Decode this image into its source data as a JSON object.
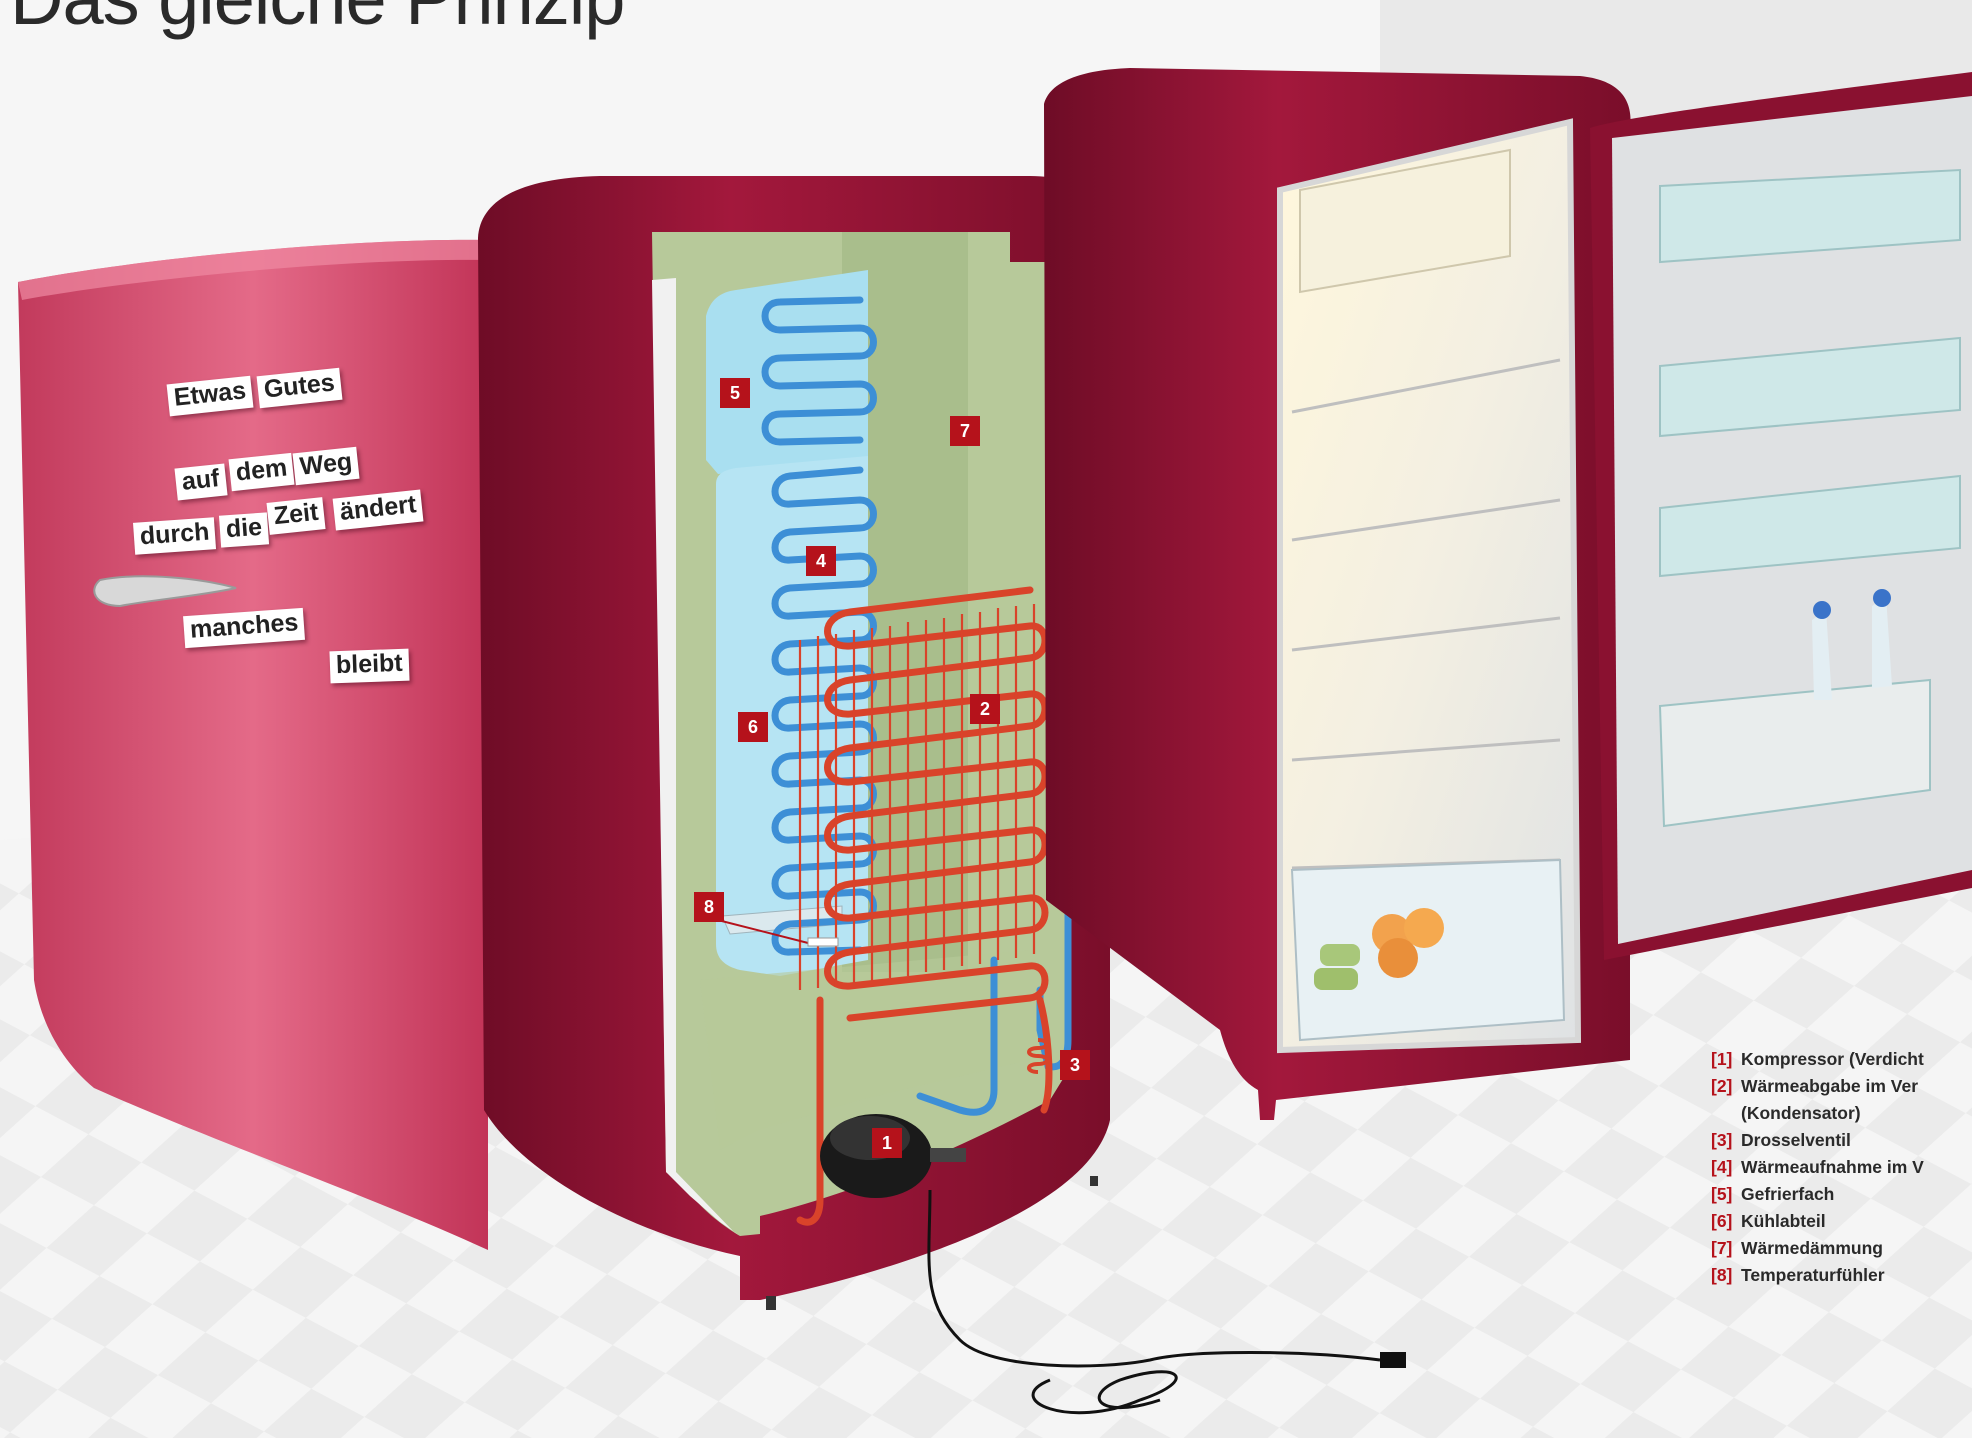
{
  "title": "Das gleiche Prinzip",
  "door_magnets": [
    "Etwas",
    "Gutes",
    "auf",
    "dem",
    "Weg",
    "durch",
    "die",
    "Zeit",
    "ändert",
    "manches",
    "bleibt"
  ],
  "callouts": [
    "1",
    "2",
    "3",
    "4",
    "5",
    "6",
    "7",
    "8"
  ],
  "legend": [
    {
      "index": "[1]",
      "text": "Kompressor (Verdicht"
    },
    {
      "index": "[2]",
      "text": "Wärmeabgabe im Ver"
    },
    {
      "index": "",
      "text": "(Kondensator)"
    },
    {
      "index": "[3]",
      "text": "Drosselventil"
    },
    {
      "index": "[4]",
      "text": "Wärmeaufnahme im V"
    },
    {
      "index": "[5]",
      "text": "Gefrierfach"
    },
    {
      "index": "[6]",
      "text": "Kühlabteil"
    },
    {
      "index": "[7]",
      "text": "Wärmedämmung"
    },
    {
      "index": "[8]",
      "text": "Temperaturfühler"
    }
  ],
  "colors": {
    "fridge_body": "#8e1232",
    "door_pink": "#d44a6a",
    "insulation": "#b7c99a",
    "evaporator_blue": "#3d8fd6",
    "condenser_red": "#d9432a",
    "label_red": "#b5121b"
  }
}
